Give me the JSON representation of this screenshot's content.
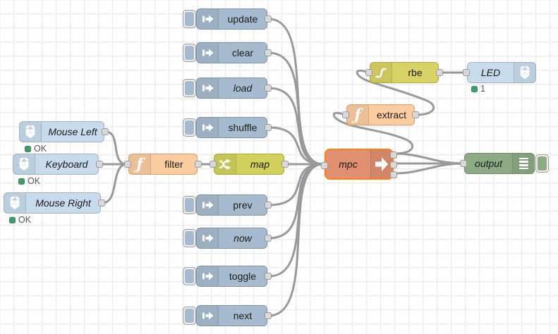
{
  "app": {
    "name": "node-red-flow-editor",
    "view": "flow-canvas"
  },
  "colors": {
    "grid_line": "#ececec",
    "canvas_bg": "#ffffff",
    "wire": "#999999",
    "port_fill": "#d9d9d9",
    "status_green": "#3f9d6b",
    "inject_node": "#a6bbcf",
    "rpi_node": "#c7dbec",
    "function_node": "#fbcda1",
    "change_node": "#d2d15c",
    "rbe_node": "#d9d264",
    "mpc_node": "#e08f70",
    "mpc_selected_border": "#ff7f11",
    "debug_node": "#8cab84"
  },
  "selected_node": "mpc",
  "nodes": {
    "mouse_left": {
      "label": "Mouse Left",
      "status": "OK",
      "type": "rpi-input"
    },
    "keyboard": {
      "label": "Keyboard",
      "status": "OK",
      "type": "rpi-input"
    },
    "mouse_right": {
      "label": "Mouse Right",
      "status": "OK",
      "type": "rpi-input"
    },
    "filter": {
      "label": "filter",
      "type": "function"
    },
    "map": {
      "label": "map",
      "type": "change"
    },
    "update": {
      "label": "update",
      "type": "inject"
    },
    "clear": {
      "label": "clear",
      "type": "inject"
    },
    "load": {
      "label": "load",
      "type": "inject"
    },
    "shuffle": {
      "label": "shuffle",
      "type": "inject"
    },
    "prev": {
      "label": "prev",
      "type": "inject"
    },
    "now": {
      "label": "now",
      "type": "inject"
    },
    "toggle": {
      "label": "toggle",
      "type": "inject"
    },
    "next": {
      "label": "next",
      "type": "inject"
    },
    "mpc": {
      "label": "mpc",
      "type": "mpc",
      "outputs": 3,
      "selected": true
    },
    "extract": {
      "label": "extract",
      "type": "function"
    },
    "rbe": {
      "label": "rbe",
      "type": "rbe"
    },
    "led": {
      "label": "LED",
      "status": "1",
      "type": "rpi-output"
    },
    "output": {
      "label": "output",
      "type": "debug"
    }
  },
  "wires": [
    {
      "from": "mouse_left",
      "to": "filter"
    },
    {
      "from": "keyboard",
      "to": "filter"
    },
    {
      "from": "mouse_right",
      "to": "filter"
    },
    {
      "from": "filter",
      "to": "map"
    },
    {
      "from": "map",
      "to": "mpc"
    },
    {
      "from": "update",
      "to": "mpc"
    },
    {
      "from": "clear",
      "to": "mpc"
    },
    {
      "from": "load",
      "to": "mpc"
    },
    {
      "from": "shuffle",
      "to": "mpc"
    },
    {
      "from": "prev",
      "to": "mpc"
    },
    {
      "from": "now",
      "to": "mpc"
    },
    {
      "from": "toggle",
      "to": "mpc"
    },
    {
      "from": "next",
      "to": "mpc"
    },
    {
      "from": "mpc:1",
      "to": "output"
    },
    {
      "from": "mpc:2",
      "to": "output"
    },
    {
      "from": "mpc:3",
      "to": "output"
    },
    {
      "from": "mpc:1",
      "to": "extract"
    },
    {
      "from": "extract",
      "to": "rbe"
    },
    {
      "from": "rbe",
      "to": "led"
    }
  ]
}
